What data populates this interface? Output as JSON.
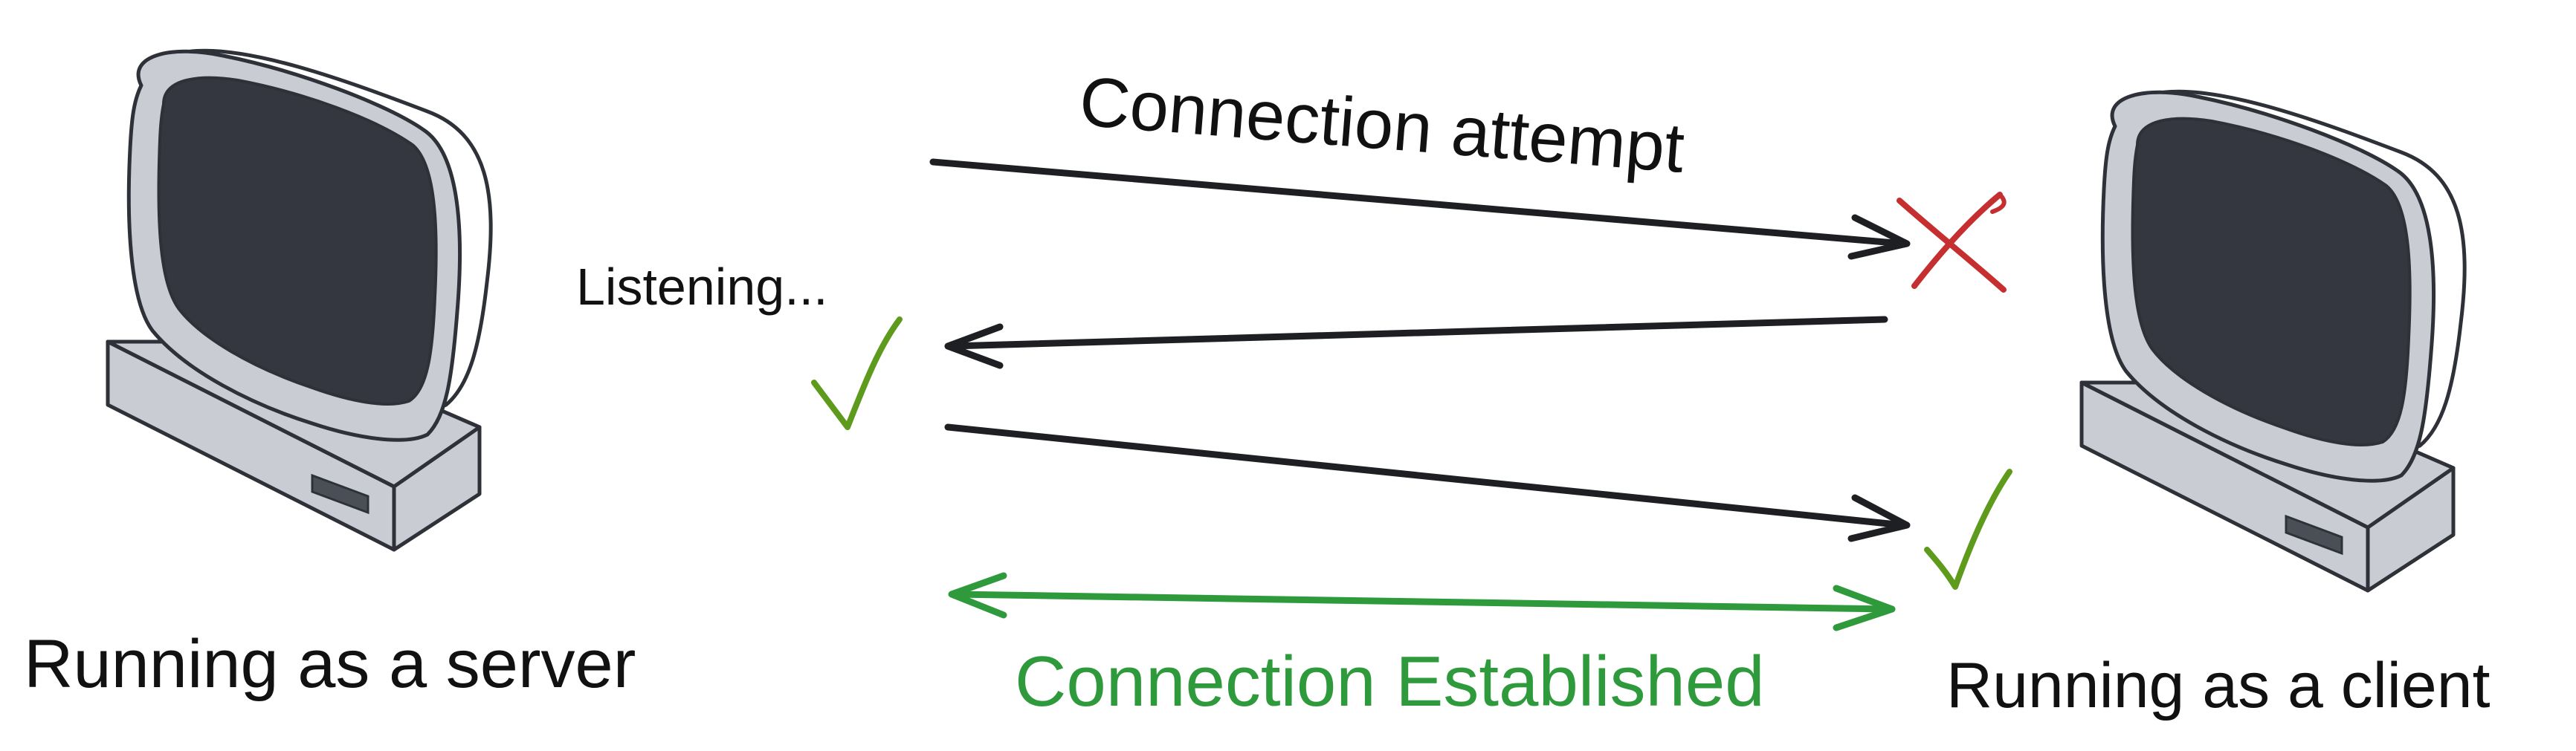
{
  "labels": {
    "connection_attempt": "Connection attempt",
    "listening": "Listening...",
    "server": "Running as a server",
    "client": "Running as a client",
    "established": "Connection Established"
  },
  "icons": {
    "left_computer": "computer-icon",
    "right_computer": "computer-icon",
    "failure": "x-mark-icon",
    "listening_ok": "check-mark-icon",
    "client_ok": "check-mark-icon"
  },
  "colors": {
    "stroke": "#2e3138",
    "monitor_body": "#c9ccd3",
    "screen": "#343740",
    "arrow": "#1e1f22",
    "fail": "#c62f2f",
    "check": "#5e9b1c",
    "established": "#2f9a3c",
    "text": "#111111"
  }
}
